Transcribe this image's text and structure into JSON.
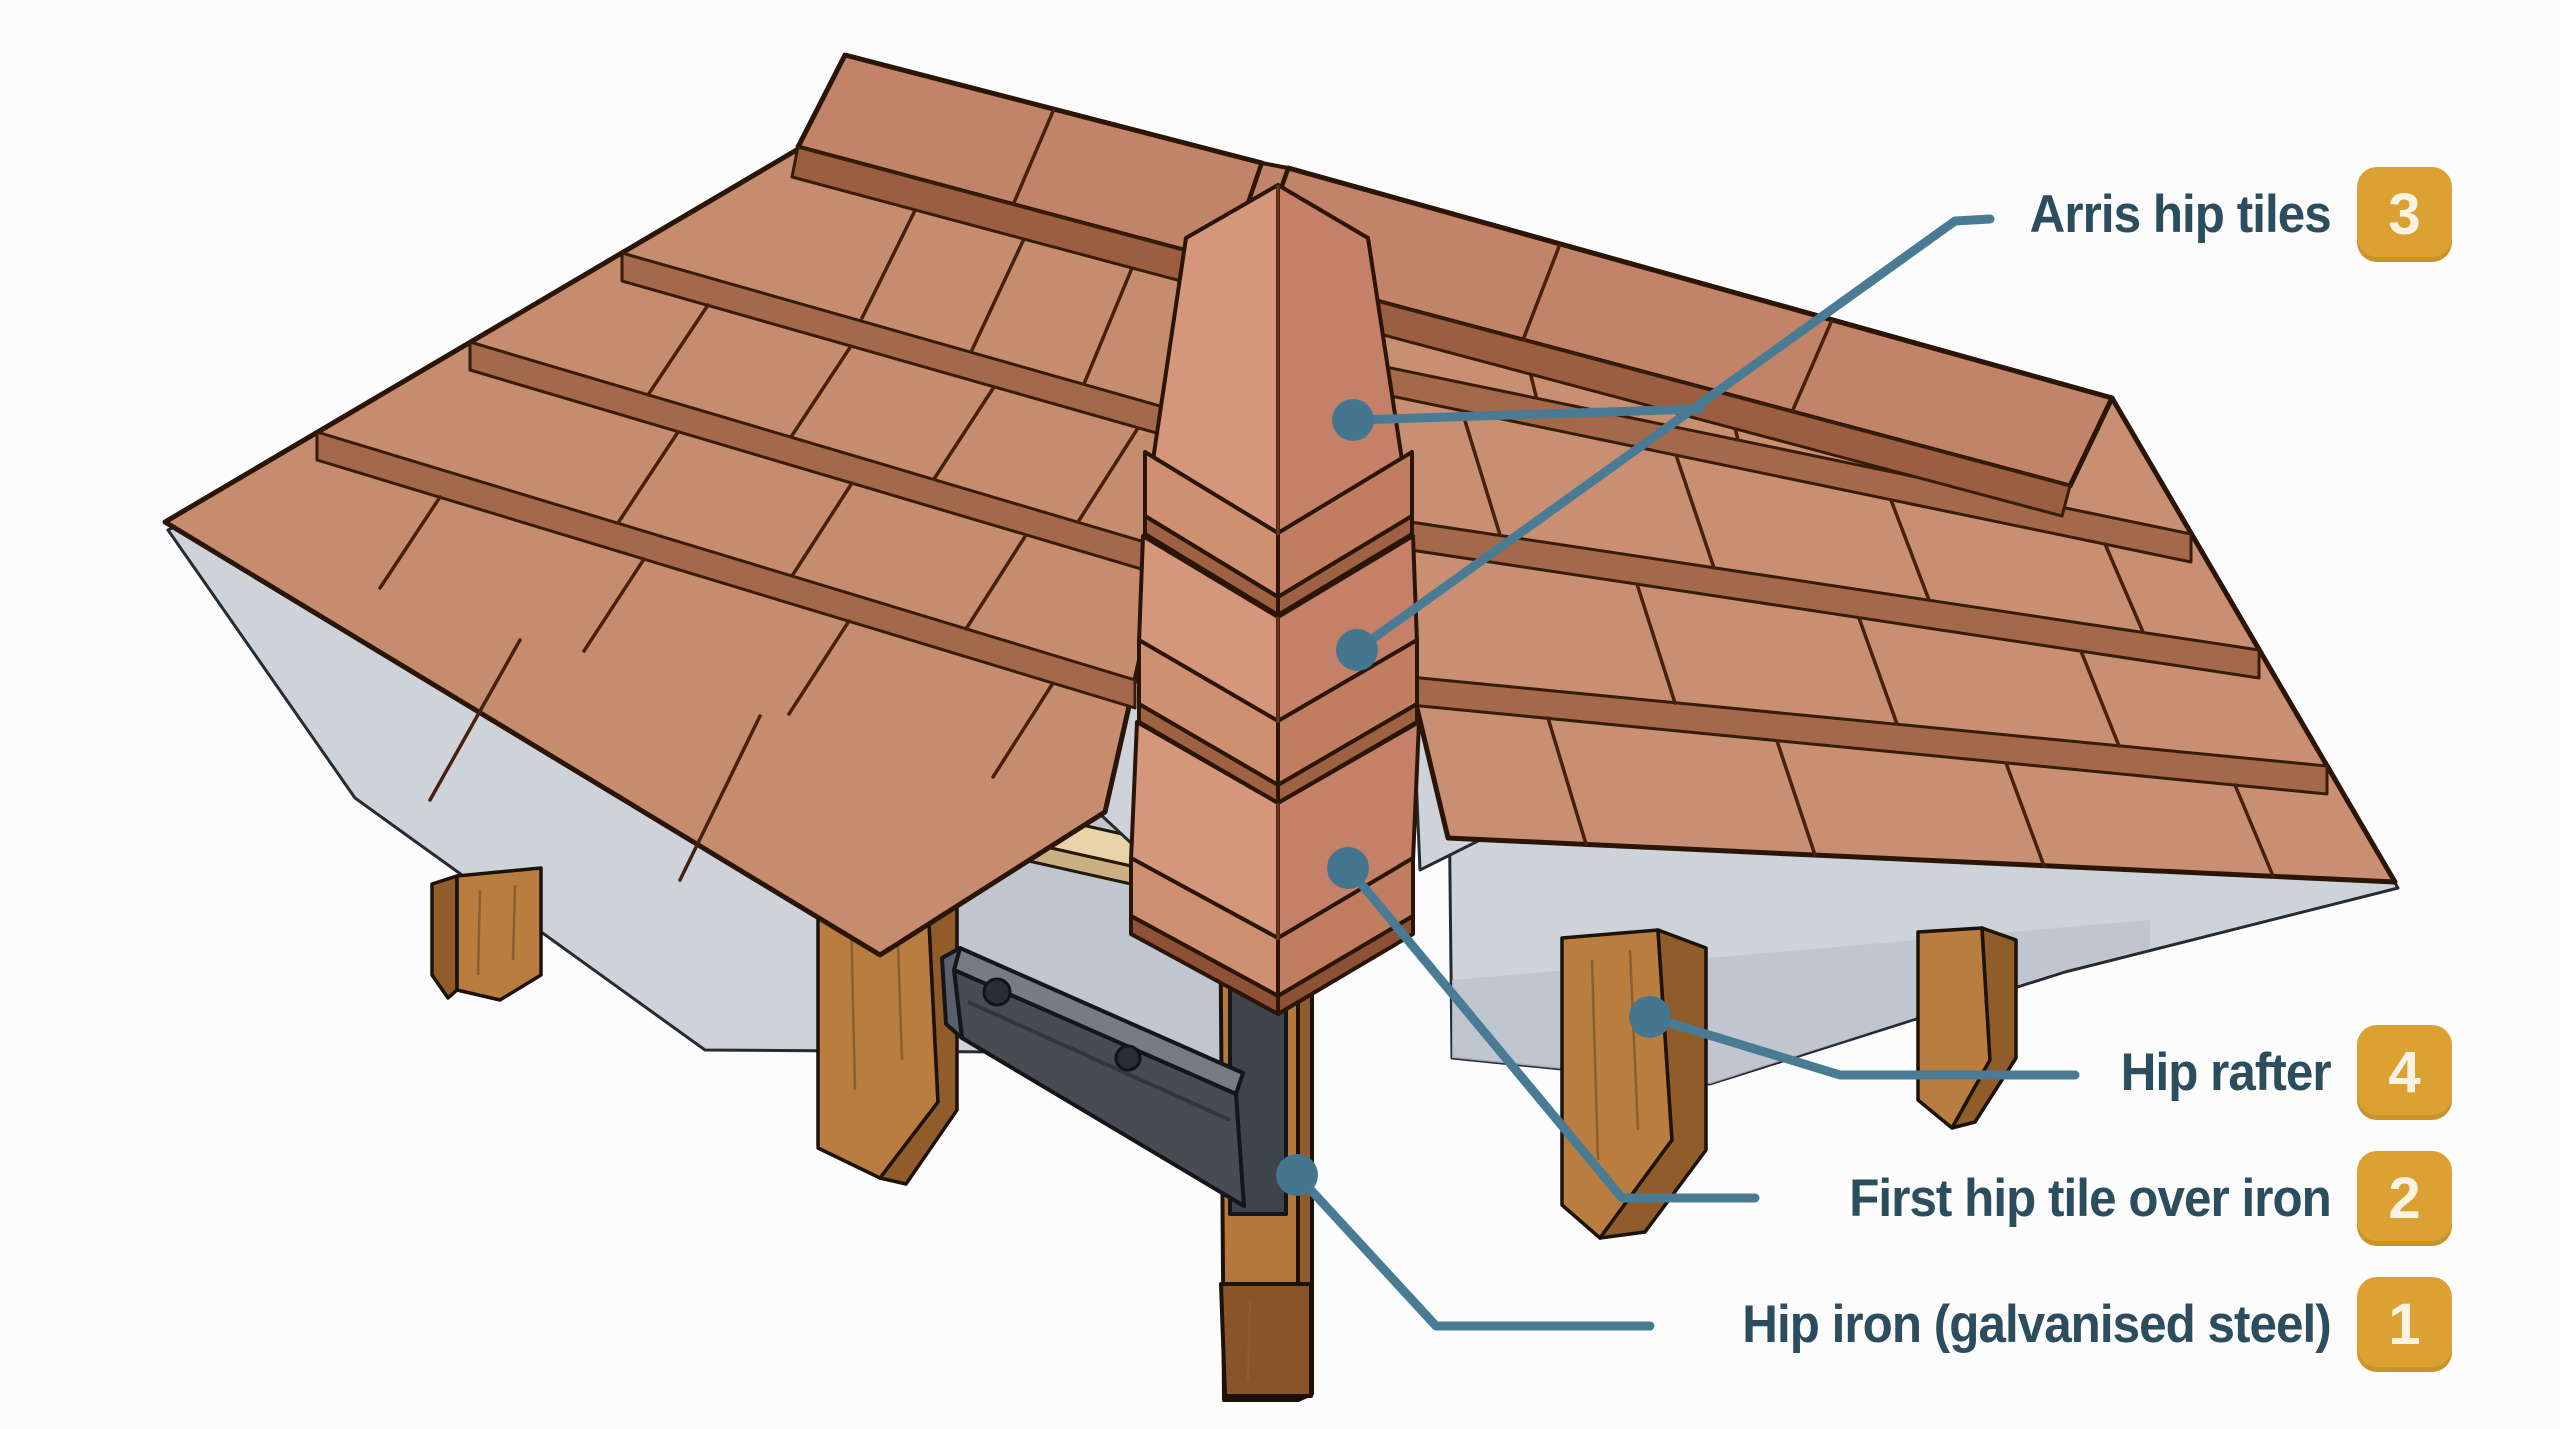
{
  "diagram": {
    "callouts": [
      {
        "label": "Arris hip tiles",
        "number": "3"
      },
      {
        "label": "Hip rafter",
        "number": "4"
      },
      {
        "label": "First hip tile over iron",
        "number": "2"
      },
      {
        "label": "Hip iron (galvanised steel)",
        "number": "1"
      }
    ],
    "colors": {
      "background": "#fcfcfc",
      "label_text": "#2c4d5d",
      "badge_background": "#dba133",
      "badge_number": "#faf3e4",
      "leader_line": "#4a7b95",
      "tile_face": "#c68c6e",
      "tile_edge_shadow": "#9e6144",
      "hip_tile_left_face": "#d4977b",
      "hip_tile_right_face": "#c58167",
      "ridge_cap": "#c28468",
      "underlayment_grey": "#ced3da",
      "batten_tan": "#e9d4a9",
      "timber": "#b97d3f",
      "timber_dark_side": "#8f5c2a",
      "hip_iron_steel": "#474b52",
      "outline": "#2b1507"
    }
  }
}
